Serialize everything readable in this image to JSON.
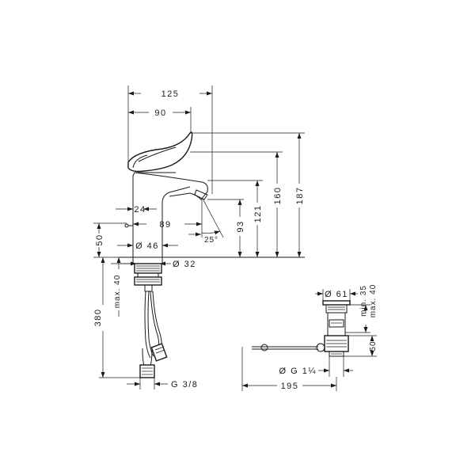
{
  "dimensions": {
    "overall_length": "125",
    "handle_length": "90",
    "overall_height": "187",
    "handle_height": "160",
    "spout_height": "121",
    "outlet_height": "93",
    "spout_reach": "89",
    "body_offset": "24",
    "base_diameter": "Ø 46",
    "shank_diameter": "Ø 32",
    "flange_height": "50",
    "hose_length": "380",
    "max_deck": "max. 40",
    "connection": "G 3/8",
    "outlet_angle": "25°"
  },
  "waste": {
    "flange_diameter": "Ø 61",
    "deck_range_min": "min. 35",
    "deck_range_max": "max. 40",
    "depth": "50",
    "thread": "Ø G 1¼",
    "rod_length": "195"
  }
}
